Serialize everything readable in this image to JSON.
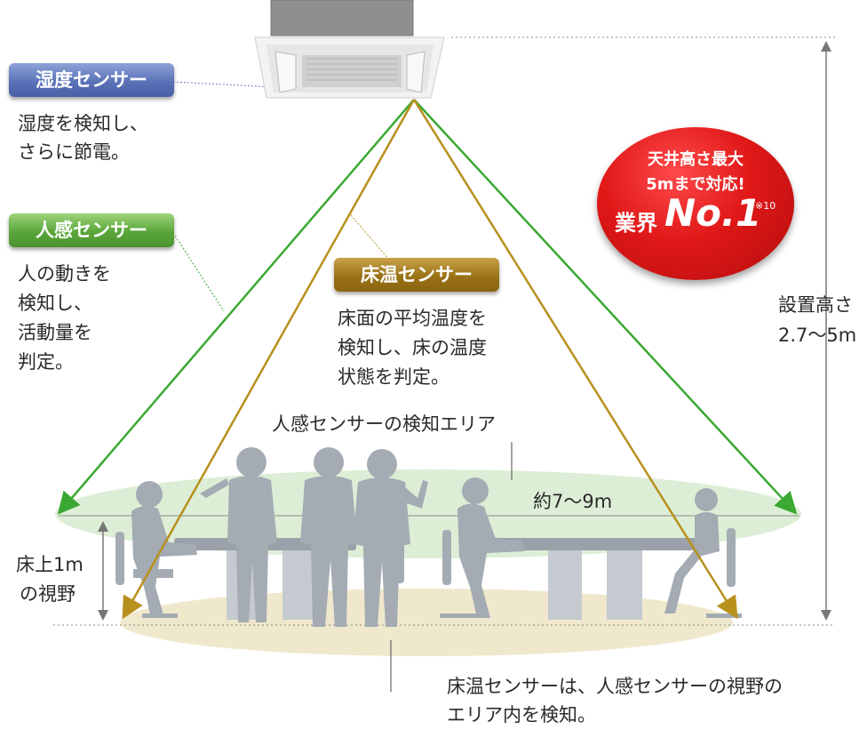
{
  "sensors": {
    "humidity": {
      "label": "湿度センサー",
      "desc": [
        "湿度を検知し、",
        "さらに節電。"
      ]
    },
    "human": {
      "label": "人感センサー",
      "desc": [
        "人の動きを",
        "検知し、",
        "活動量を",
        "判定。"
      ]
    },
    "floor": {
      "label": "床温センサー",
      "desc": [
        "床面の平均温度を",
        "検知し、床の温度",
        "状態を判定。"
      ]
    }
  },
  "badge": {
    "line1": "天井高さ最大",
    "line2": "5mまで対応!",
    "line3a": "業界",
    "line3b": "No.1",
    "note": "※10"
  },
  "height_label": [
    "設置高さ",
    "2.7〜5m"
  ],
  "detection_area_label": "人感センサーの検知エリア",
  "width_label": "約7〜9m",
  "floor_height_label": [
    "床上1m",
    "の視野"
  ],
  "bottom_note": [
    "床温センサーは、人感センサーの視野の",
    "エリア内を検知。"
  ],
  "colors": {
    "human_line": "#3aa832",
    "floor_line": "#b8901e",
    "badge_red": "#e01818",
    "human_area": "#d9ecd2",
    "floor_area": "#f0e8cc",
    "silhouette": "#a4abb3"
  }
}
